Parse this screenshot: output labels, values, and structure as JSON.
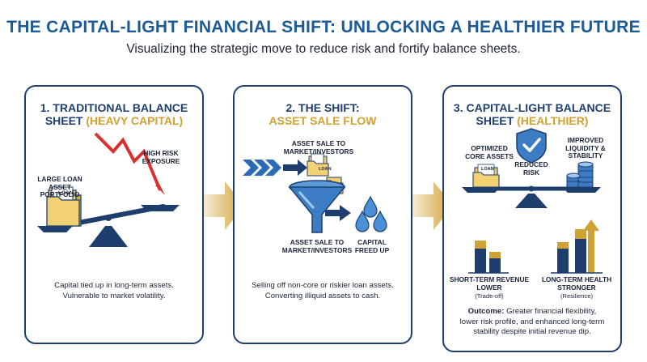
{
  "header": {
    "title": "THE CAPITAL-LIGHT FINANCIAL SHIFT: UNLOCKING A HEALTHIER FUTURE",
    "subtitle": "Visualizing the strategic move to reduce risk and fortify balance sheets."
  },
  "colors": {
    "navy": "#1e3f6e",
    "blue": "#1d5a98",
    "gold": "#d0a233",
    "red": "#d93030"
  },
  "panel1": {
    "heading_line1": "1. TRADITIONAL BALANCE",
    "heading_prefix": "SHEET ",
    "heading_accent": "(HEAVY CAPITAL)",
    "label_portfolio_1": "LARGE LOAN",
    "label_portfolio_2": "ASSET PORTFOLIO",
    "label_risk_1": "HIGH RISK",
    "label_risk_2": "EXPOSURE",
    "folder_label": "LOAN",
    "caption_1": "Capital tied up in long-term assets.",
    "caption_2": "Vulnerable to market volatility."
  },
  "panel2": {
    "heading_line1": "2. THE SHIFT:",
    "heading_accent": "ASSET SALE FLOW",
    "label_top_1": "ASSET SALE TO",
    "label_top_2": "MARKET/INVESTORS",
    "label_bottom_1": "ASSET SALE TO",
    "label_bottom_2": "MARKET/INVESTORS",
    "label_capital_1": "CAPITAL",
    "label_capital_2": "FREED UP",
    "folder_label": "LOAN",
    "caption_1": "Selling off non-core or riskier loan assets.",
    "caption_2": "Converting illiquid assets to cash."
  },
  "panel3": {
    "heading_line1": "3. CAPITAL-LIGHT BALANCE",
    "heading_prefix": "SHEET ",
    "heading_accent": "(HEALTHIER)",
    "label_optimized_1": "OPTIMIZED",
    "label_optimized_2": "CORE ASSETS",
    "label_reduced_1": "REDUCED",
    "label_reduced_2": "RISK",
    "label_liquidity_1": "IMPROVED",
    "label_liquidity_2": "LIQUIDITY &",
    "label_liquidity_3": "STABILITY",
    "folder_label": "LOAN",
    "label_short_1": "SHORT-TERM REVENUE",
    "label_short_2": "LOWER",
    "label_short_sub": "(Trade-off)",
    "label_long_1": "LONG-TERM HEALTH",
    "label_long_2": "STRONGER",
    "label_long_sub": "(Resilience)",
    "outcome_bold": "Outcome:",
    "outcome_1": " Greater financial flexibility,",
    "outcome_2": "lower risk profile, and enhanced long-term",
    "outcome_3": "stability despite initial revenue dip."
  }
}
